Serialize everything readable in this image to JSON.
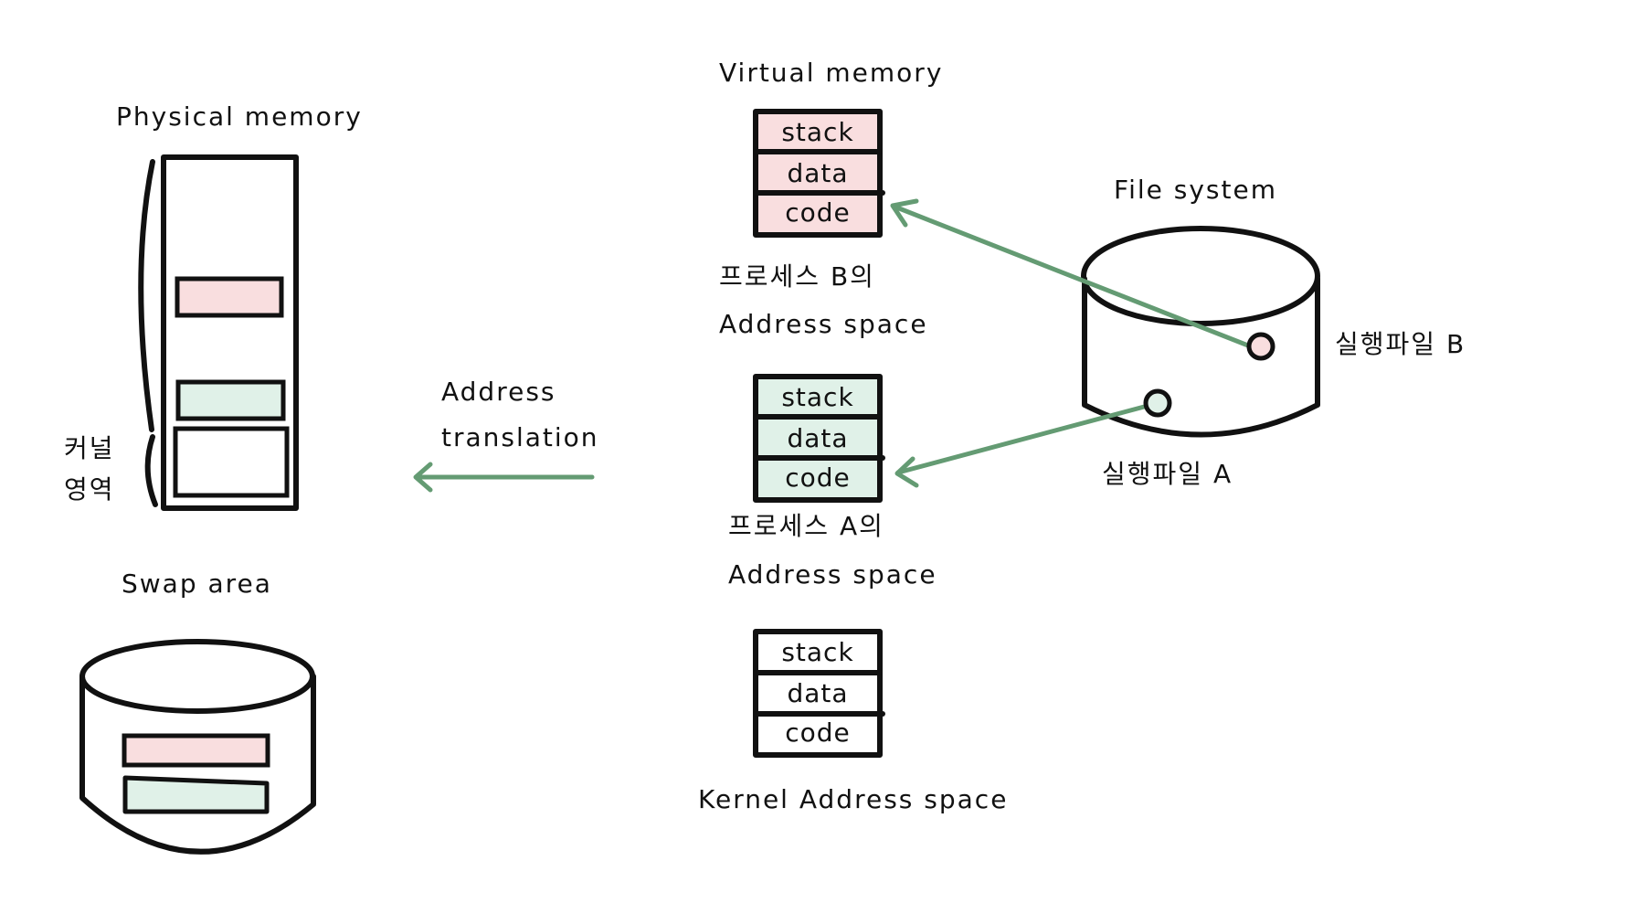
{
  "colors": {
    "process_b": "#f9dedf",
    "process_a": "#e0f1e8",
    "kernel": "#ffffff",
    "arrow": "#649b73",
    "ink": "#111111"
  },
  "physical_memory": {
    "title": "Physical memory",
    "kernel_region_label_line1": "커널",
    "kernel_region_label_line2": "영역"
  },
  "swap_area": {
    "title": "Swap area"
  },
  "address_translation": {
    "line1": "Address",
    "line2": "translation"
  },
  "virtual_memory": {
    "title": "Virtual memory",
    "process_b": {
      "segments": [
        "stack",
        "data",
        "code"
      ],
      "caption_line1": "프로세스 B의",
      "caption_line2": "Address space"
    },
    "process_a": {
      "segments": [
        "stack",
        "data",
        "code"
      ],
      "caption_line1": "프로세스 A의",
      "caption_line2": "Address space"
    },
    "kernel": {
      "segments": [
        "stack",
        "data",
        "code"
      ],
      "caption": "Kernel Address space"
    }
  },
  "file_system": {
    "title": "File system",
    "executable_b": "실행파일 B",
    "executable_a": "실행파일 A"
  }
}
